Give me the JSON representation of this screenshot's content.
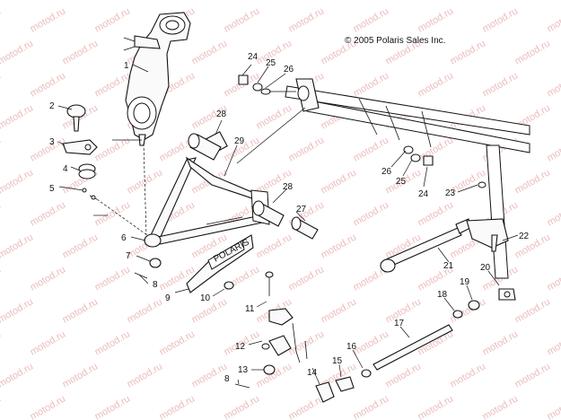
{
  "copyright": "© 2005 Polaris Sales Inc.",
  "watermark": "motod.ru",
  "decal_text": "POLARIS",
  "callouts": [
    {
      "id": "c1",
      "label": "1"
    },
    {
      "id": "c2",
      "label": "2"
    },
    {
      "id": "c3",
      "label": "3"
    },
    {
      "id": "c4",
      "label": "4"
    },
    {
      "id": "c5",
      "label": "5"
    },
    {
      "id": "c6",
      "label": "6"
    },
    {
      "id": "c7",
      "label": "7"
    },
    {
      "id": "c8a",
      "label": "8"
    },
    {
      "id": "c9",
      "label": "9"
    },
    {
      "id": "c10",
      "label": "10"
    },
    {
      "id": "c11",
      "label": "11"
    },
    {
      "id": "c12",
      "label": "12"
    },
    {
      "id": "c13",
      "label": "13"
    },
    {
      "id": "c8b",
      "label": "8"
    },
    {
      "id": "c14",
      "label": "14"
    },
    {
      "id": "c15",
      "label": "15"
    },
    {
      "id": "c16",
      "label": "16"
    },
    {
      "id": "c17",
      "label": "17"
    },
    {
      "id": "c18",
      "label": "18"
    },
    {
      "id": "c19",
      "label": "19"
    },
    {
      "id": "c20",
      "label": "20"
    },
    {
      "id": "c21",
      "label": "21"
    },
    {
      "id": "c22",
      "label": "22"
    },
    {
      "id": "c23",
      "label": "23"
    },
    {
      "id": "c24a",
      "label": "24"
    },
    {
      "id": "c25a",
      "label": "25"
    },
    {
      "id": "c26a",
      "label": "26"
    },
    {
      "id": "c24b",
      "label": "24"
    },
    {
      "id": "c25b",
      "label": "25"
    },
    {
      "id": "c26b",
      "label": "26"
    },
    {
      "id": "c27",
      "label": "27"
    },
    {
      "id": "c28a",
      "label": "28"
    },
    {
      "id": "c28b",
      "label": "28"
    },
    {
      "id": "c29",
      "label": "29"
    }
  ]
}
